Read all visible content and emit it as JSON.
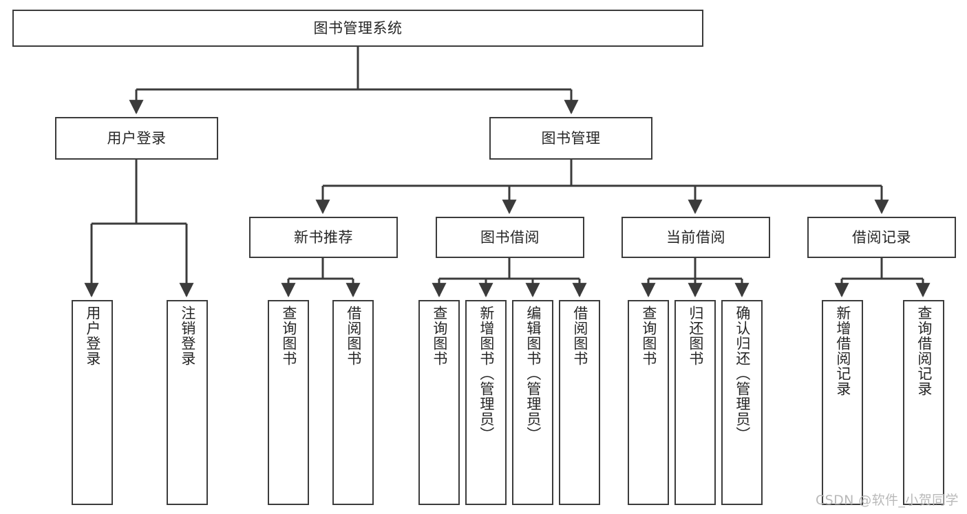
{
  "diagram": {
    "title": "图书管理系统",
    "type": "tree-hierarchy",
    "watermark": "CSDN @软件_小贺同学",
    "nodes": {
      "root": {
        "label": "图书管理系统"
      },
      "level2": [
        {
          "id": "user-login",
          "label": "用户登录"
        },
        {
          "id": "book-management",
          "label": "图书管理"
        }
      ],
      "level3": [
        {
          "id": "new-book-recommend",
          "label": "新书推荐"
        },
        {
          "id": "book-borrow",
          "label": "图书借阅"
        },
        {
          "id": "current-borrow",
          "label": "当前借阅"
        },
        {
          "id": "borrow-record",
          "label": "借阅记录"
        }
      ],
      "leaves": {
        "user-login": [
          {
            "id": "leaf-user-login",
            "label": "用户登录"
          },
          {
            "id": "leaf-logout-login",
            "label": "注销登录"
          }
        ],
        "new-book-recommend": [
          {
            "id": "leaf-query-book-1",
            "label": "查询图书"
          },
          {
            "id": "leaf-borrow-book-1",
            "label": "借阅图书"
          }
        ],
        "book-borrow": [
          {
            "id": "leaf-query-book-2",
            "label": "查询图书"
          },
          {
            "id": "leaf-add-book",
            "label": "新增图书（管理员）"
          },
          {
            "id": "leaf-edit-book",
            "label": "编辑图书（管理员）"
          },
          {
            "id": "leaf-borrow-book-2",
            "label": "借阅图书"
          }
        ],
        "current-borrow": [
          {
            "id": "leaf-query-book-3",
            "label": "查询图书"
          },
          {
            "id": "leaf-return-book",
            "label": "归还图书"
          },
          {
            "id": "leaf-confirm-return",
            "label": "确认归还（管理员）"
          }
        ],
        "borrow-record": [
          {
            "id": "leaf-add-record",
            "label": "新增借阅记录"
          },
          {
            "id": "leaf-query-record",
            "label": "查询借阅记录"
          }
        ]
      }
    },
    "colors": {
      "border": "#3b3b3b",
      "text": "#262626",
      "background": "#ffffff",
      "connector": "#3b3b3b",
      "watermark": "#b9b9b9"
    }
  }
}
